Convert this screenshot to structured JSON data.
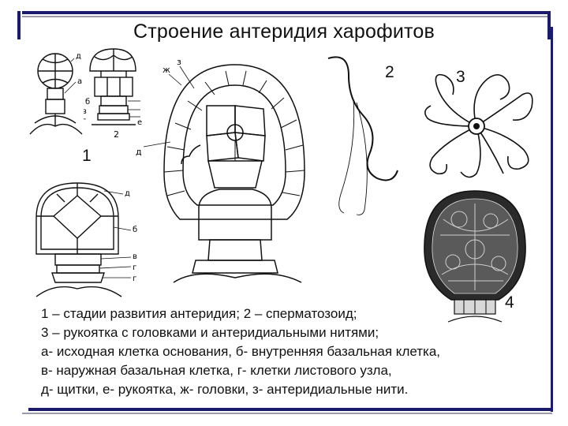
{
  "title": "Строение антеридия харофитов",
  "figure_numbers": {
    "fig1": "1",
    "fig2": "2",
    "fig3": "3",
    "fig4": "4"
  },
  "labels": {
    "fig1a_d": "д",
    "fig1a_a": "а",
    "fig1b_b": "б",
    "fig1b_v": "в",
    "fig1b_g": "г",
    "fig1b_e": "е",
    "fig1b_2": "2",
    "fig1c_d": "д",
    "fig1c_b": "б",
    "fig1c_v": "в",
    "fig1c_g": "г",
    "main_z": "з",
    "main_zh": "ж",
    "main_d": "д"
  },
  "caption": [
    "1 – стадии развития антеридия;  2 – сперматозоид;",
    "3 – рукоятка с головками и антеридиальными нитями;",
    "а- исходная клетка основания,   б- внутренняя базальная клетка,",
    "в- наружная базальная клетка,   г- клетки листового узла,",
    "д- щитки, е- рукоятка, ж- головки,   з- антеридиальные нити."
  ]
}
